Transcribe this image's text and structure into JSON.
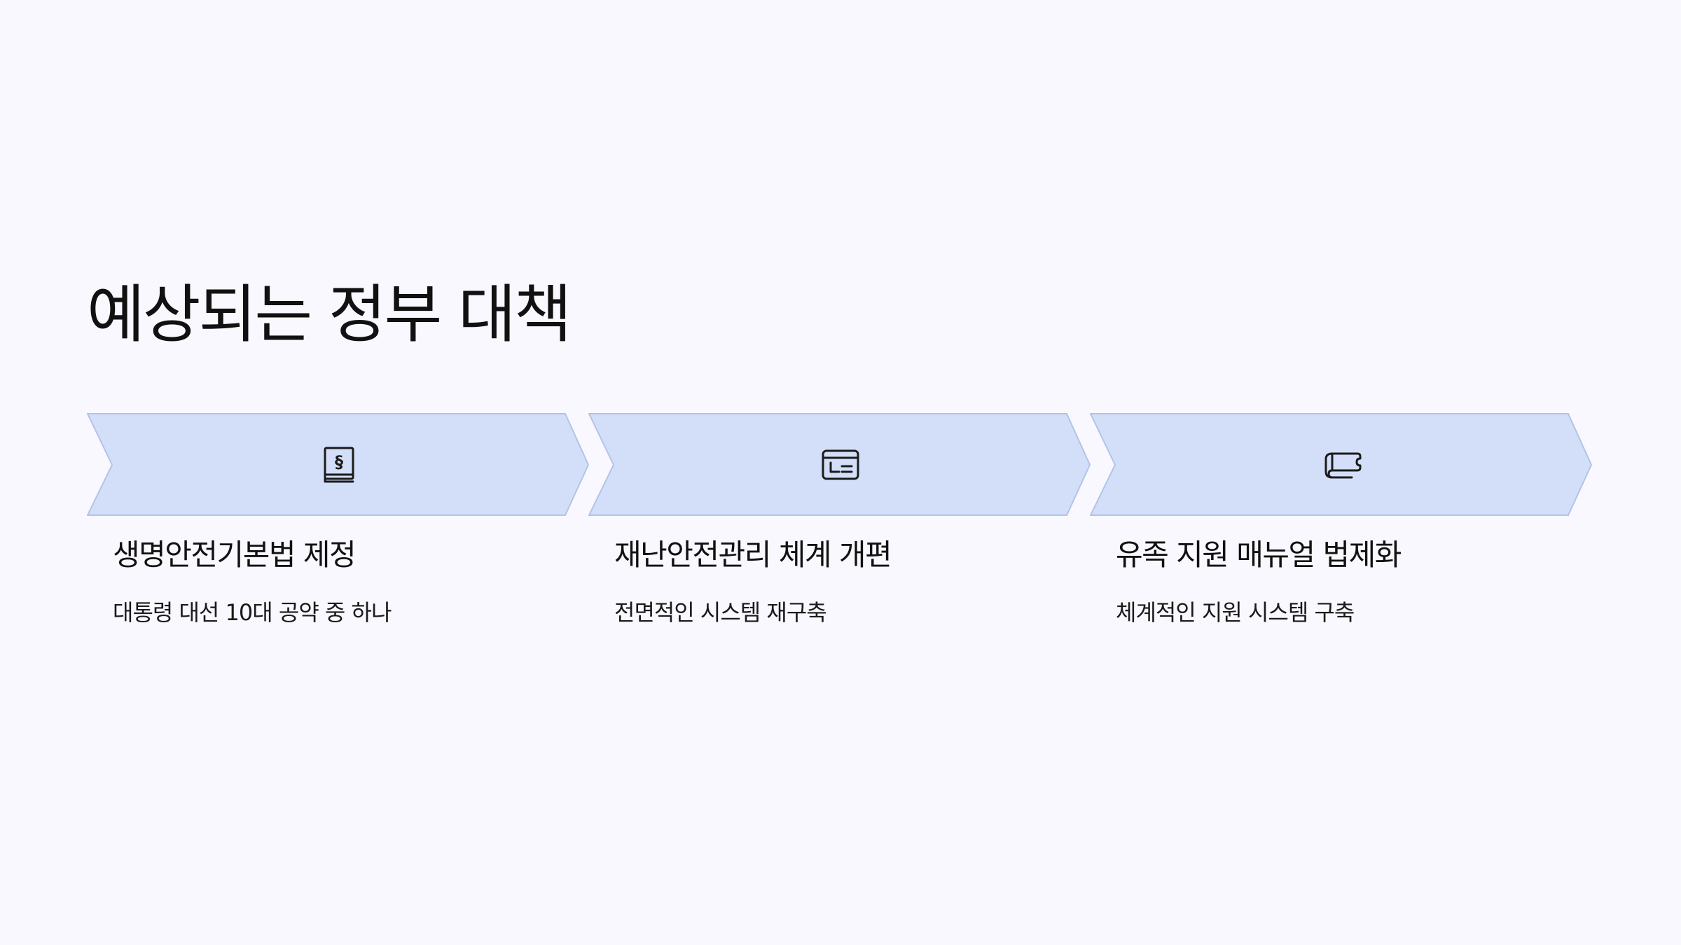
{
  "slide": {
    "title": "예상되는 정부 대책"
  },
  "steps": [
    {
      "title": "생명안전기본법 제정",
      "description": "대통령 대선 10대 공약 중 하나",
      "icon": "law-book-icon"
    },
    {
      "title": "재난안전관리 체계 개편",
      "description": "전면적인 시스템 재구축",
      "icon": "system-window-icon"
    },
    {
      "title": "유족 지원 매뉴얼 법제화",
      "description": "체계적인 지원 시스템 구축",
      "icon": "scroll-document-icon"
    }
  ],
  "colors": {
    "background": "#f8f8fe",
    "chevron_fill": "#d3dff8",
    "chevron_stroke": "#b3c3e8",
    "text": "#111111"
  }
}
